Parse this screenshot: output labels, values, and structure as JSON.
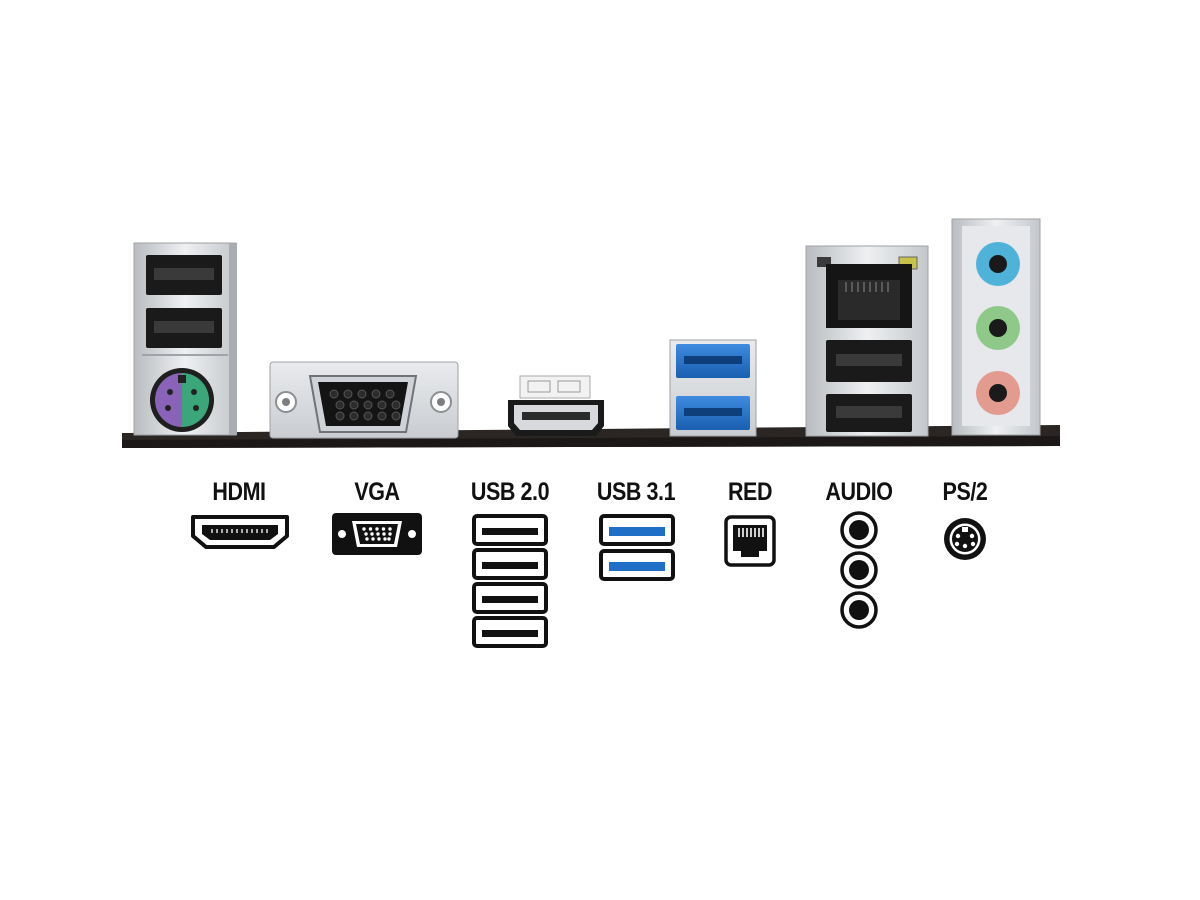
{
  "labels": {
    "hdmi": "HDMI",
    "vga": "VGA",
    "usb20": "USB 2.0",
    "usb31": "USB 3.1",
    "red": "RED",
    "audio": "AUDIO",
    "ps2": "PS/2"
  },
  "icons": {
    "hdmi": "hdmi-port-icon",
    "vga": "vga-port-icon",
    "usb20": "usb-port-icon",
    "usb31": "usb3-port-icon",
    "red": "ethernet-port-icon",
    "audio": "audio-jack-icon",
    "ps2": "ps2-port-icon"
  },
  "colors": {
    "usb3_blue": "#1f6fc7",
    "audio_blue": "#4fb3d9",
    "audio_green": "#8fc98a",
    "audio_pink": "#e39a8f",
    "ps2_purple": "#8a63b8",
    "ps2_green": "#3aa67a",
    "pcb": "#2a2523"
  }
}
